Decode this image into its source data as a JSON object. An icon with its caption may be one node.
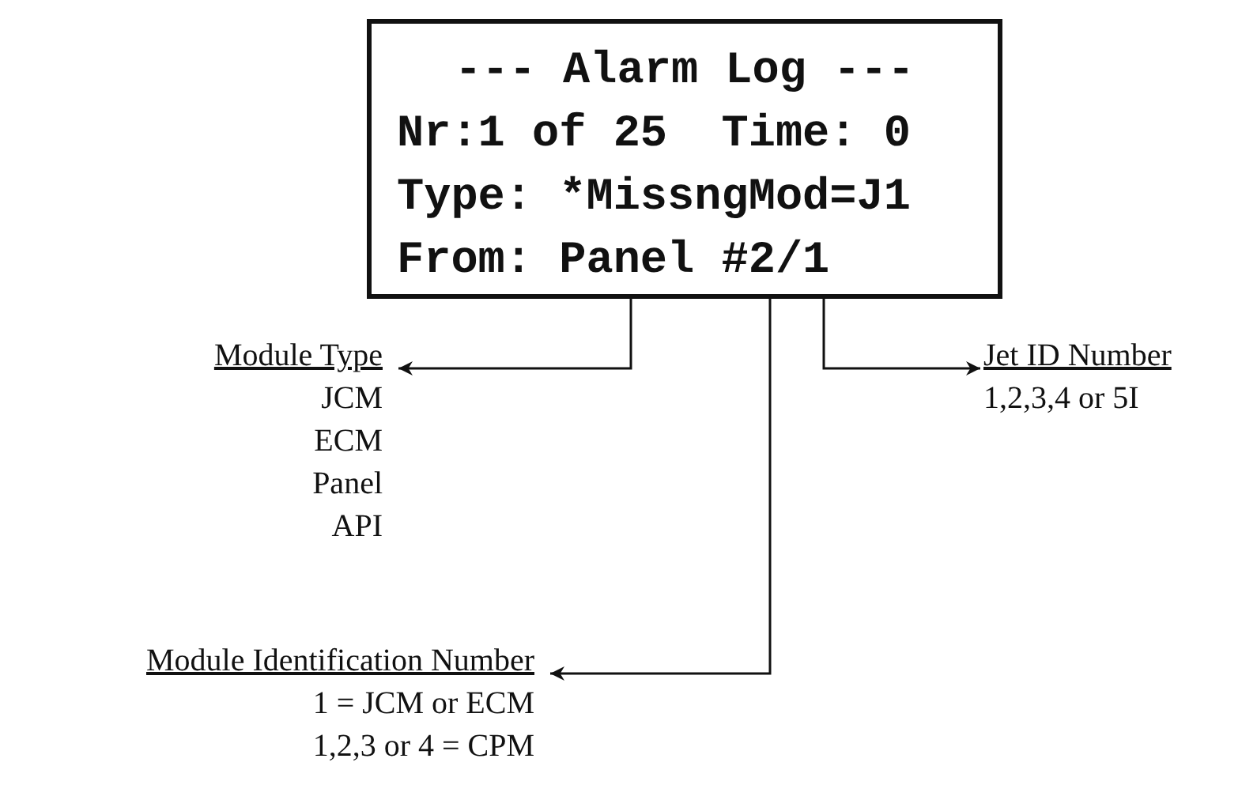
{
  "diagram": {
    "nodes": [
      {
        "text": [
          "--- Alarm Log ---",
          "Nr:1 of 25  Time: 0",
          "Type: *MissngMod=J1",
          "From: Panel #2/1"
        ]
      },
      {
        "text": [
          "Module Type",
          "JCM",
          "ECM",
          "Panel",
          "API"
        ]
      },
      {
        "text": [
          "Jet ID Number",
          "1,2,3,4 or 5I"
        ]
      },
      {
        "text": [
          "Module Identification Number",
          "1 = JCM or ECM",
          "1,2,3 or 4 = CPM"
        ]
      }
    ],
    "edges": [
      {
        "from": 0,
        "to": 1,
        "arrow": "to"
      },
      {
        "from": 0,
        "to": 2,
        "arrow": "to"
      },
      {
        "from": 0,
        "to": 3,
        "arrow": "to"
      }
    ]
  }
}
